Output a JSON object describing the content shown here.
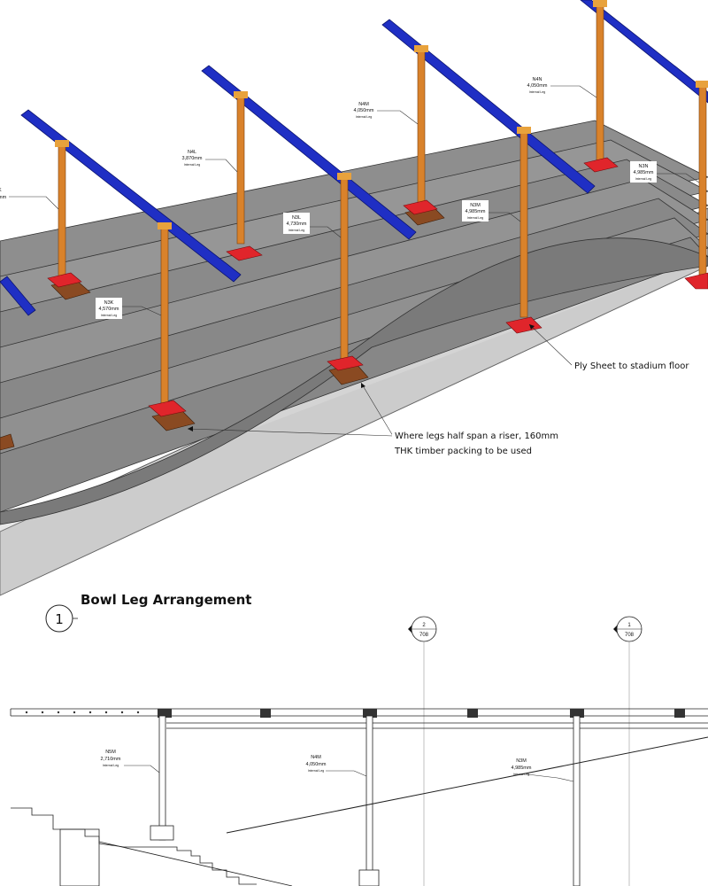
{
  "view": {
    "number": "1",
    "title": "Bowl Leg Arrangement"
  },
  "iso_tags": [
    {
      "id": "N3K",
      "dim": "4,570mm",
      "sub": "Internal Leg"
    },
    {
      "id": "N4L",
      "dim": "3,870mm",
      "sub": "Internal Leg"
    },
    {
      "id": "N3L",
      "dim": "4,730mm",
      "sub": "Internal Leg"
    },
    {
      "id": "N4M",
      "dim": "4,050mm",
      "sub": "Internal Leg"
    },
    {
      "id": "N3M",
      "dim": "4,985mm",
      "sub": "Internal Leg"
    },
    {
      "id": "N4N",
      "dim": "4,050mm",
      "sub": "Internal Leg"
    },
    {
      "id": "N3N",
      "dim": "4,985mm",
      "sub": "Internal Leg"
    }
  ],
  "partial_tag": {
    "id": "K",
    "dim": "mm",
    "sub": "g"
  },
  "callouts": {
    "ply_sheet": "Ply Sheet to stadium floor",
    "timber_line1": "Where legs half span a riser, 160mm",
    "timber_line2": "THK timber packing to be used"
  },
  "section_markers": [
    {
      "top": "2",
      "bottom": "708"
    },
    {
      "top": "1",
      "bottom": "708"
    }
  ],
  "elev_tags": [
    {
      "id": "N5M",
      "dim": "2,710mm",
      "sub": "Internal Leg"
    },
    {
      "id": "N4M",
      "dim": "4,050mm",
      "sub": "Internal Leg"
    },
    {
      "id": "N3M",
      "dim": "4,985mm",
      "sub": "Internal Leg"
    }
  ],
  "colors": {
    "beam": "#1f2fc4",
    "leg": "#d9822b",
    "base": "#e0252b",
    "timber": "#8a4a22",
    "tier": "#8c8c8c",
    "floor": "#d4d4d4"
  }
}
